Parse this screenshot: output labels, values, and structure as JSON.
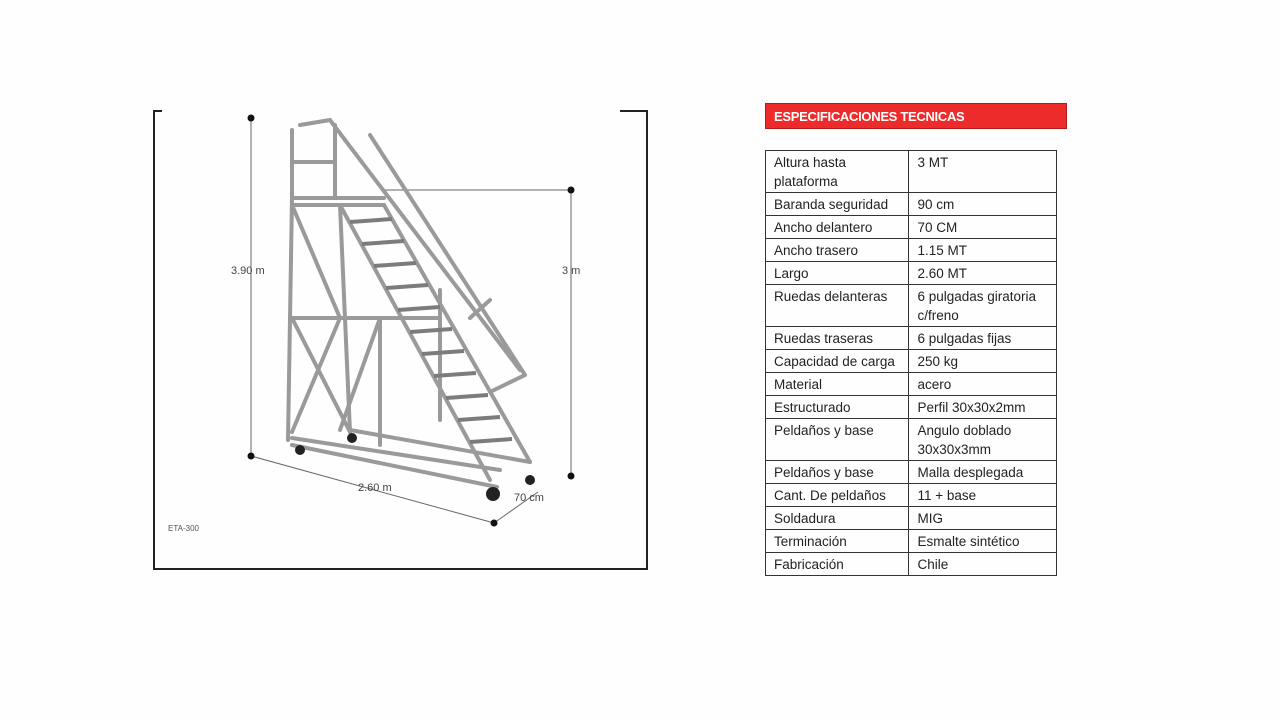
{
  "figure": {
    "dimensions": {
      "total_height": "3.90 m",
      "platform_height": "3 m",
      "length": "2.60 m",
      "width": "70 cm"
    },
    "model": "ETA-300"
  },
  "specs": {
    "title": "ESPECIFICACIONES TECNICAS",
    "header_color": "#ec2b2a",
    "rows": [
      {
        "label": "Altura hasta plataforma",
        "value": "3 MT"
      },
      {
        "label": "Baranda seguridad",
        "value": "90 cm"
      },
      {
        "label": "Ancho delantero",
        "value": "70 CM"
      },
      {
        "label": "Ancho trasero",
        "value": "1.15 MT"
      },
      {
        "label": "Largo",
        "value": "2.60 MT"
      },
      {
        "label": "Ruedas delanteras",
        "value": "6 pulgadas giratoria c/freno"
      },
      {
        "label": "Ruedas traseras",
        "value": "6 pulgadas fijas"
      },
      {
        "label": "Capacidad de carga",
        "value": "250 kg"
      },
      {
        "label": "Material",
        "value": "acero"
      },
      {
        "label": "Estructurado",
        "value": "Perfil 30x30x2mm"
      },
      {
        "label": "Peldaños y base",
        "value": "Angulo doblado 30x30x3mm"
      },
      {
        "label": "Peldaños y base",
        "value": "Malla desplegada"
      },
      {
        "label": "Cant. De peldaños",
        "value": "11 + base"
      },
      {
        "label": "Soldadura",
        "value": "MIG"
      },
      {
        "label": "Terminación",
        "value": "Esmalte sintético"
      },
      {
        "label": "Fabricación",
        "value": "Chile"
      }
    ]
  }
}
